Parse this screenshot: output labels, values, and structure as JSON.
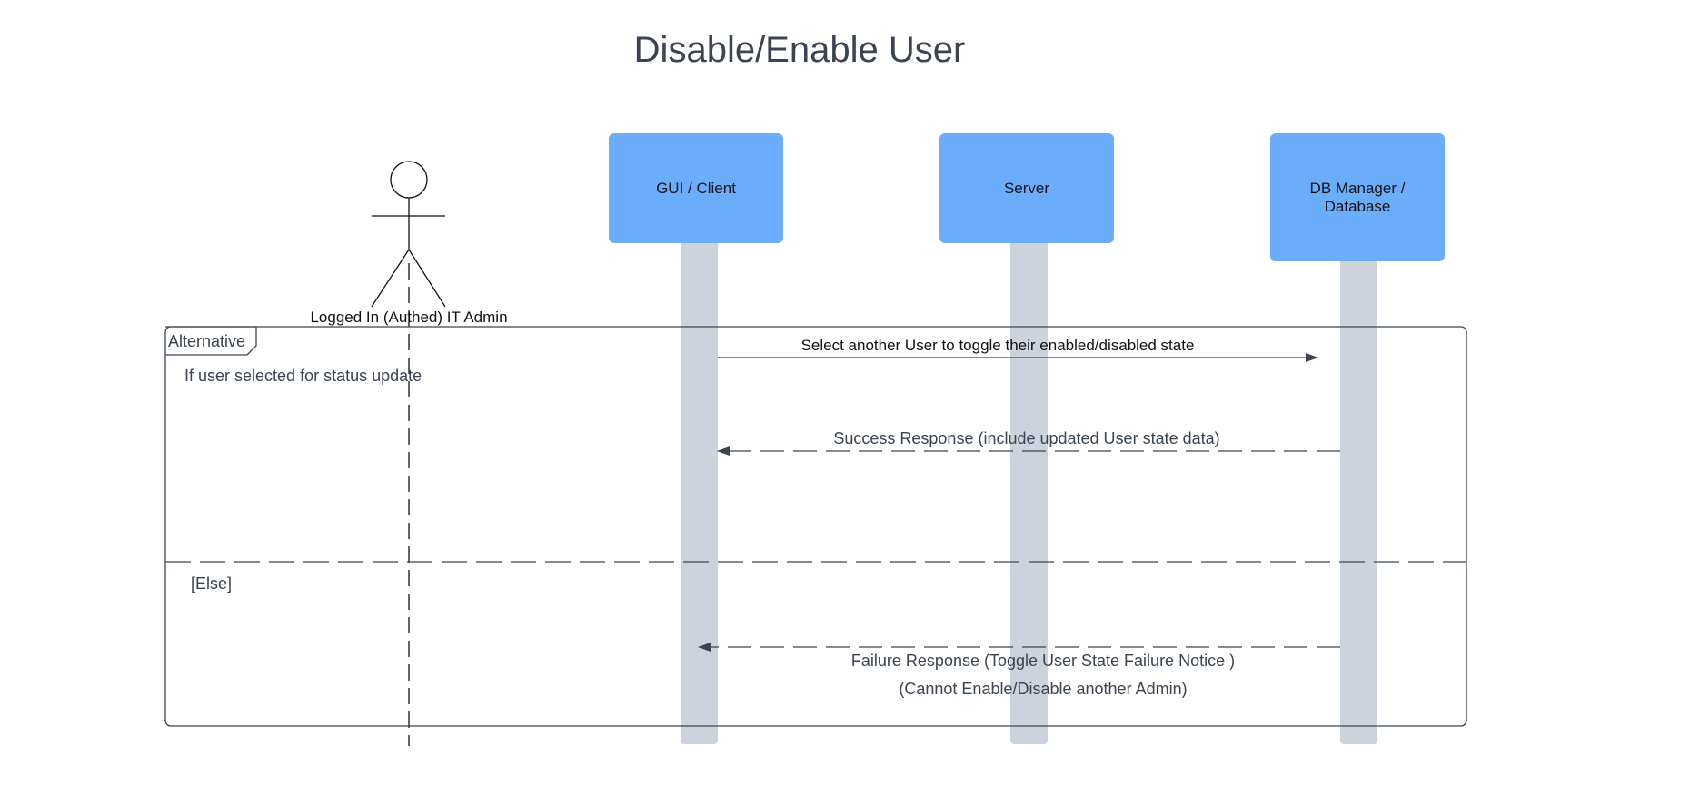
{
  "title": "Disable/Enable User",
  "actor": {
    "label": "Logged In (Authed) IT Admin"
  },
  "participants": [
    {
      "label_lines": [
        "GUI / Client"
      ]
    },
    {
      "label_lines": [
        "Server"
      ]
    },
    {
      "label_lines": [
        "DB Manager /",
        "Database"
      ]
    }
  ],
  "fragment": {
    "operator": "Alternative",
    "guard": "If user selected for status update",
    "else_guard": "[Else]"
  },
  "messages": [
    {
      "label_lines": [
        "Select another User to toggle their enabled/disabled state"
      ],
      "style": "solid"
    },
    {
      "label_lines": [
        "Success Response (include updated User state data)"
      ],
      "style": "dashed"
    },
    {
      "label_lines": [
        "Failure Response (Toggle User State Failure Notice )",
        "(Cannot Enable/Disable another Admin)"
      ],
      "style": "dashed"
    }
  ],
  "colors": {
    "participant_fill": "#6aaefb",
    "lifeline_fill": "#cdd3dc",
    "line": "#3b4452",
    "text_dark": "#111111",
    "text_soft": "#3b4452"
  }
}
